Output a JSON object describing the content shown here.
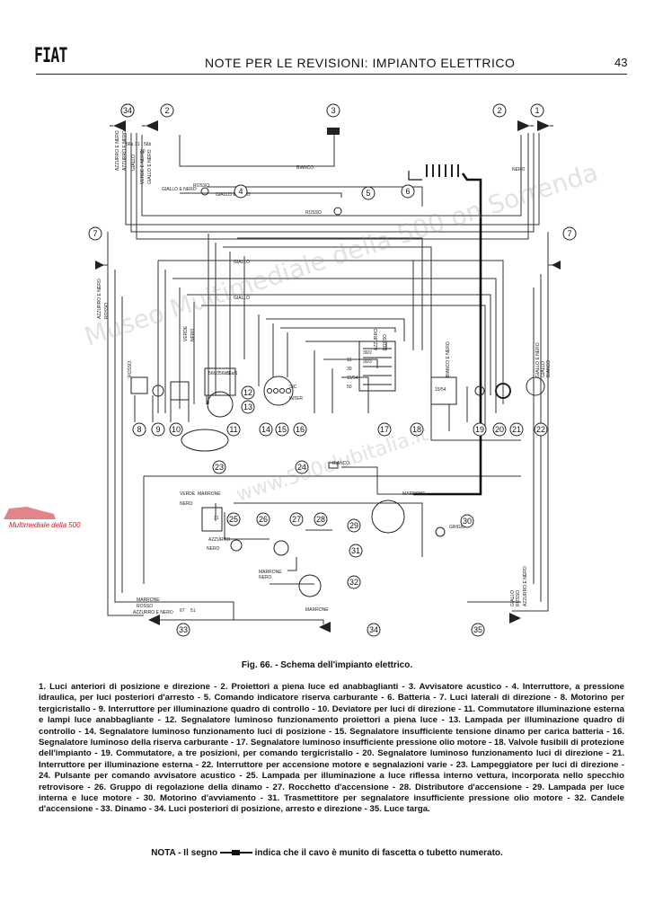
{
  "header": {
    "logo": "FIAT",
    "title": "NOTE PER LE REVISIONI: IMPIANTO ELETTRICO",
    "page_number": "43"
  },
  "diagram": {
    "wire_labels": [
      "AZZURRO E NERO",
      "AZZURRO E NERO",
      "GIALLO",
      "VERDE E NERO",
      "GIALLO E NERO",
      "GIALLO E NERO",
      "BIANCO",
      "ROSSO",
      "GIALLO E NERO",
      "ROSSO",
      "NERO",
      "GIALLO",
      "GIALLO",
      "AZZURRO E NERO",
      "ROSSO",
      "ROSSO",
      "VERDE",
      "MARRONE",
      "NERO",
      "MARRONE",
      "BIANCO",
      "GRIGIO",
      "AZZURRO",
      "NERO",
      "MARRONE",
      "NERO",
      "MARRONE",
      "ROSSO",
      "AZZURRO E NERO",
      "MARRONE",
      "GIALLO",
      "ROSSO",
      "AZZURRO E NERO",
      "VERDE",
      "NERO",
      "BIANCO E NERO",
      "AZZURRO",
      "ROSSO",
      "GIALLO E NERO",
      "GIALLO",
      "BIANCO"
    ],
    "terminal_labels": [
      "56a",
      "31",
      "56b",
      "30",
      "56b/2",
      "56b/1",
      "56a/1",
      "15/54",
      "50",
      "15",
      "30",
      "67",
      "51",
      "31",
      "INTER",
      "SIC",
      "15/54",
      "30/2",
      "30/3"
    ]
  },
  "caption": "Fig. 66. - Schema dell'impianto elettrico.",
  "legend": "1. Luci anteriori di posizione e direzione - 2. Proiettori a piena luce ed anabbaglianti - 3. Avvisatore acustico - 4. Interruttore, a pressione idraulica, per luci posteriori d'arresto - 5. Comando indicatore riserva carburante - 6. Batteria - 7. Luci laterali di direzione - 8. Motorino per tergicristallo - 9. Interruttore per illuminazione quadro di controllo - 10. Deviatore per luci di direzione - 11. Commutatore illuminazione esterna e lampi luce anabbagliante - 12. Segnalatore luminoso funzionamento proiettori a piena luce - 13. Lampada per illuminazione quadro di controllo - 14. Segnalatore luminoso funzionamento luci di posizione - 15. Segnalatore insufficiente tensione dinamo per carica batteria - 16. Segnalatore luminoso della riserva carburante - 17. Segnalatore luminoso insufficiente pressione olio motore - 18. Valvole fusibili di protezione dell'impianto - 19. Commutatore, a tre posizioni, per comando tergicristallo - 20. Segnalatore luminoso funzionamento luci di direzione - 21. Interruttore per illuminazione esterna - 22. Interruttore per accensione motore e segnalazioni varie - 23. Lampeggiatore per luci di direzione - 24. Pulsante per comando avvisatore acustico - 25. Lampada per illuminazione a luce riflessa interno vettura, incorporata nello specchio retrovisore - 26. Gruppo di regolazione della dinamo - 27. Rocchetto d'accensione - 28. Distributore d'accensione - 29. Lampada per luce interna e luce motore - 30. Motorino d'avviamento - 31. Trasmettitore per segnalatore insufficiente pressione olio motore - 32. Candele d'accensione - 33. Dinamo - 34. Luci posteriori di posizione, arresto e direzione - 35. Luce targa.",
  "nota": {
    "prefix": "NOTA - Il segno",
    "suffix": "indica che il cavo è munito di fascetta o tubetto numerato."
  },
  "watermark": {
    "line1": "Museo Multimediale della 500 on Sorrenda",
    "line2": "www.500clubitalia.it",
    "logo_text": "Multimediale della 500"
  },
  "component_numbers": [
    "1",
    "2",
    "3",
    "2",
    "1",
    "4",
    "5",
    "6",
    "7",
    "7",
    "8",
    "9",
    "10",
    "11",
    "12",
    "13",
    "14",
    "15",
    "16",
    "17",
    "18",
    "19",
    "20",
    "21",
    "22",
    "23",
    "24",
    "25",
    "26",
    "27",
    "28",
    "29",
    "30",
    "31",
    "32",
    "33",
    "34",
    "35",
    "34"
  ]
}
